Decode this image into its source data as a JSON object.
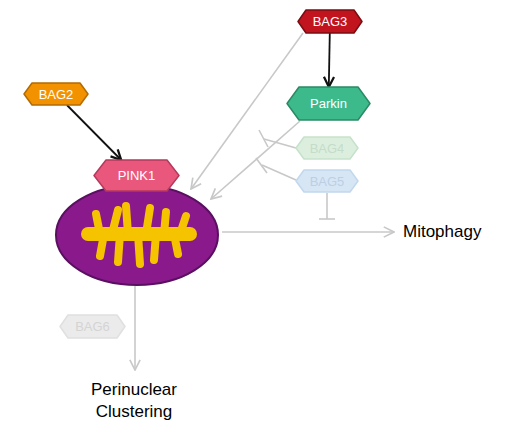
{
  "diagram": {
    "nodes": [
      {
        "text": [
          "BAG3"
        ]
      },
      {
        "text": [
          "Parkin"
        ]
      },
      {
        "text": [
          "BAG4"
        ]
      },
      {
        "text": [
          "BAG5"
        ]
      },
      {
        "text": [
          "BAG2"
        ]
      },
      {
        "text": [
          "PINK1"
        ]
      },
      {
        "text": [
          "BAG6"
        ]
      }
    ],
    "edges": [
      {
        "from": 0,
        "to": 1,
        "arrow": "to"
      },
      {
        "from": 4,
        "to": 5,
        "arrow": "to"
      }
    ],
    "labels": [
      "Mitophagy",
      "Perinuclear Clustering"
    ]
  }
}
